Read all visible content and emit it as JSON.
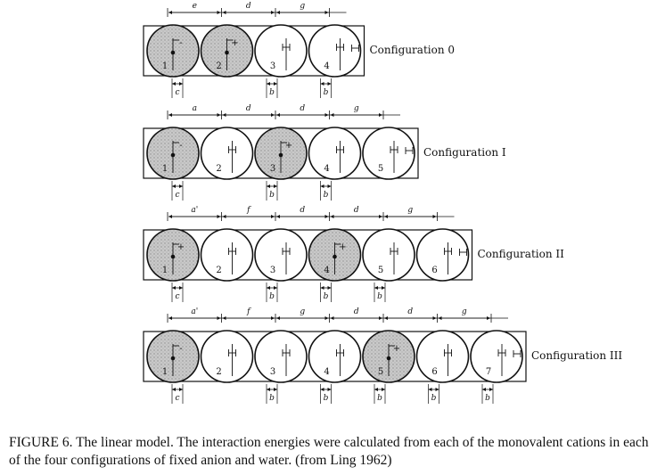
{
  "figure": {
    "configurations": [
      {
        "label": "Configuration 0",
        "top_dims": [
          "e",
          "d",
          "g"
        ],
        "cells": [
          {
            "n": "1",
            "shaded": true,
            "symbol": "-",
            "orient": "cation"
          },
          {
            "n": "2",
            "shaded": true,
            "symbol": "+",
            "orient": "cation"
          },
          {
            "n": "3",
            "shaded": false,
            "symbol": "",
            "orient": "water"
          },
          {
            "n": "4",
            "shaded": false,
            "symbol": "",
            "orient": "water"
          }
        ],
        "bottom_dims": [
          "c",
          "b",
          "b"
        ]
      },
      {
        "label": "Configuration I",
        "top_dims": [
          "a",
          "d",
          "d",
          "g"
        ],
        "cells": [
          {
            "n": "1",
            "shaded": true,
            "symbol": "-",
            "orient": "cation"
          },
          {
            "n": "2",
            "shaded": false,
            "symbol": "",
            "orient": "water"
          },
          {
            "n": "3",
            "shaded": true,
            "symbol": "+",
            "orient": "cation"
          },
          {
            "n": "4",
            "shaded": false,
            "symbol": "",
            "orient": "water"
          },
          {
            "n": "5",
            "shaded": false,
            "symbol": "",
            "orient": "water"
          }
        ],
        "bottom_dims": [
          "c",
          "b",
          "b"
        ]
      },
      {
        "label": "Configuration II",
        "top_dims": [
          "a'",
          "f",
          "d",
          "d",
          "g"
        ],
        "cells": [
          {
            "n": "1",
            "shaded": true,
            "symbol": "+",
            "orient": "cation"
          },
          {
            "n": "2",
            "shaded": false,
            "symbol": "",
            "orient": "water"
          },
          {
            "n": "3",
            "shaded": false,
            "symbol": "",
            "orient": "water"
          },
          {
            "n": "4",
            "shaded": true,
            "symbol": "+",
            "orient": "cation"
          },
          {
            "n": "5",
            "shaded": false,
            "symbol": "",
            "orient": "water"
          },
          {
            "n": "6",
            "shaded": false,
            "symbol": "",
            "orient": "water"
          }
        ],
        "bottom_dims": [
          "c",
          "b",
          "b",
          "b"
        ]
      },
      {
        "label": "Configuration III",
        "top_dims": [
          "a'",
          "f",
          "g",
          "d",
          "d",
          "g"
        ],
        "cells": [
          {
            "n": "1",
            "shaded": true,
            "symbol": "-",
            "orient": "cation"
          },
          {
            "n": "2",
            "shaded": false,
            "symbol": "",
            "orient": "water"
          },
          {
            "n": "3",
            "shaded": false,
            "symbol": "",
            "orient": "water"
          },
          {
            "n": "4",
            "shaded": false,
            "symbol": "",
            "orient": "water"
          },
          {
            "n": "5",
            "shaded": true,
            "symbol": "+",
            "orient": "cation"
          },
          {
            "n": "6",
            "shaded": false,
            "symbol": "",
            "orient": "water"
          },
          {
            "n": "7",
            "shaded": false,
            "symbol": "",
            "orient": "water"
          }
        ],
        "bottom_dims": [
          "c",
          "b",
          "b",
          "b",
          "b",
          "b"
        ]
      }
    ]
  },
  "caption": "FIGURE 6.  The linear model. The interaction energies were calculated from each of the monovalent cations in each of the four configurations of fixed anion and water. (from Ling 1962)"
}
